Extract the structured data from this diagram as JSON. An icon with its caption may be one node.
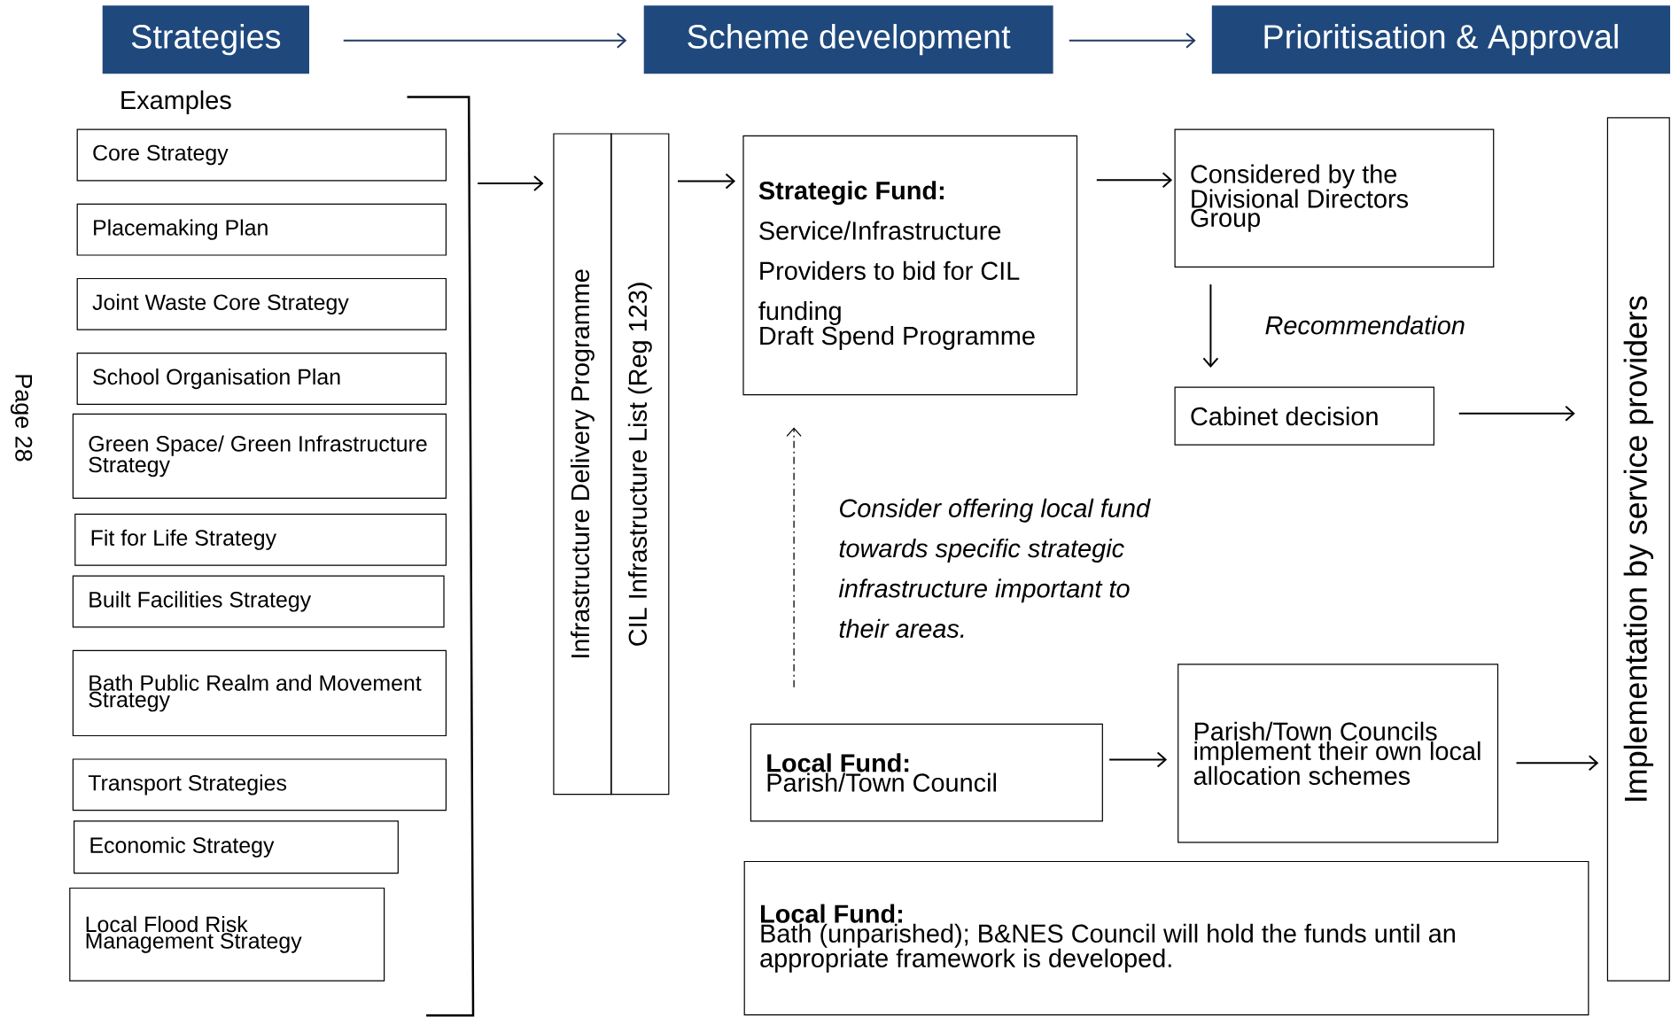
{
  "diagram": {
    "nodes": [
      {
        "text": [
          "Strategies"
        ]
      },
      {
        "text": [
          "Scheme development"
        ]
      },
      {
        "text": [
          "Prioritisation & Approval"
        ]
      },
      {
        "text": [
          "Core Strategy"
        ]
      },
      {
        "text": [
          "Placemaking Plan"
        ]
      },
      {
        "text": [
          "Joint Waste Core Strategy"
        ]
      },
      {
        "text": [
          "School Organisation Plan"
        ]
      },
      {
        "text": [
          "Green Space/ Green Infrastructure Strategy"
        ]
      },
      {
        "text": [
          "Fit for Life Strategy"
        ]
      },
      {
        "text": [
          "Built Facilities Strategy"
        ]
      },
      {
        "text": [
          "Bath Public Realm and Movement Strategy"
        ]
      },
      {
        "text": [
          "Transport Strategies"
        ]
      },
      {
        "text": [
          "Economic Strategy"
        ]
      },
      {
        "text": [
          "Local Flood Risk Management Strategy"
        ]
      },
      {
        "text": [
          "Infrastructure Delivery Programme"
        ]
      },
      {
        "text": [
          "CIL Infrastructure List (Reg 123)"
        ]
      },
      {
        "text": [
          "Strategic Fund:",
          "Service/Infrastructure Providers to bid for CIL funding",
          "Draft Spend Programme"
        ]
      },
      {
        "text": [
          "Considered by the Divisional Directors Group"
        ]
      },
      {
        "text": [
          "Cabinet decision"
        ]
      },
      {
        "text": [
          "Implementation by service providers"
        ]
      },
      {
        "text": [
          "Local Fund:",
          "Parish/Town Council"
        ]
      },
      {
        "text": [
          "Parish/Town Councils implement their own local allocation schemes"
        ]
      },
      {
        "text": [
          "Local Fund:",
          "Bath (unparished); B&NES Council will hold the funds until an appropriate framework is developed."
        ]
      },
      {
        "text": [],
        "shape": "bar"
      }
    ],
    "edges": [
      {
        "from": 0,
        "to": 1,
        "arrow": "to",
        "color": "#1f3864"
      },
      {
        "from": 1,
        "to": 2,
        "arrow": "to",
        "color": "#1f3864"
      },
      {
        "from": 23,
        "to": 14,
        "arrow": "to"
      },
      {
        "from": 15,
        "to": 16,
        "arrow": "to"
      },
      {
        "from": 16,
        "to": 17,
        "arrow": "to"
      },
      {
        "from": 17,
        "to": 18,
        "arrow": "to",
        "label": "Recommendation"
      },
      {
        "from": 18,
        "to": 19,
        "arrow": "to"
      },
      {
        "from": 20,
        "to": 16,
        "arrow": "to",
        "style": "dashed",
        "label": "Consider offering local fund towards specific strategic infrastructure important to their areas."
      },
      {
        "from": 20,
        "to": 21,
        "arrow": "to"
      },
      {
        "from": 21,
        "to": 19,
        "arrow": "to"
      }
    ],
    "labels": [
      "Examples",
      "Page 28"
    ]
  }
}
